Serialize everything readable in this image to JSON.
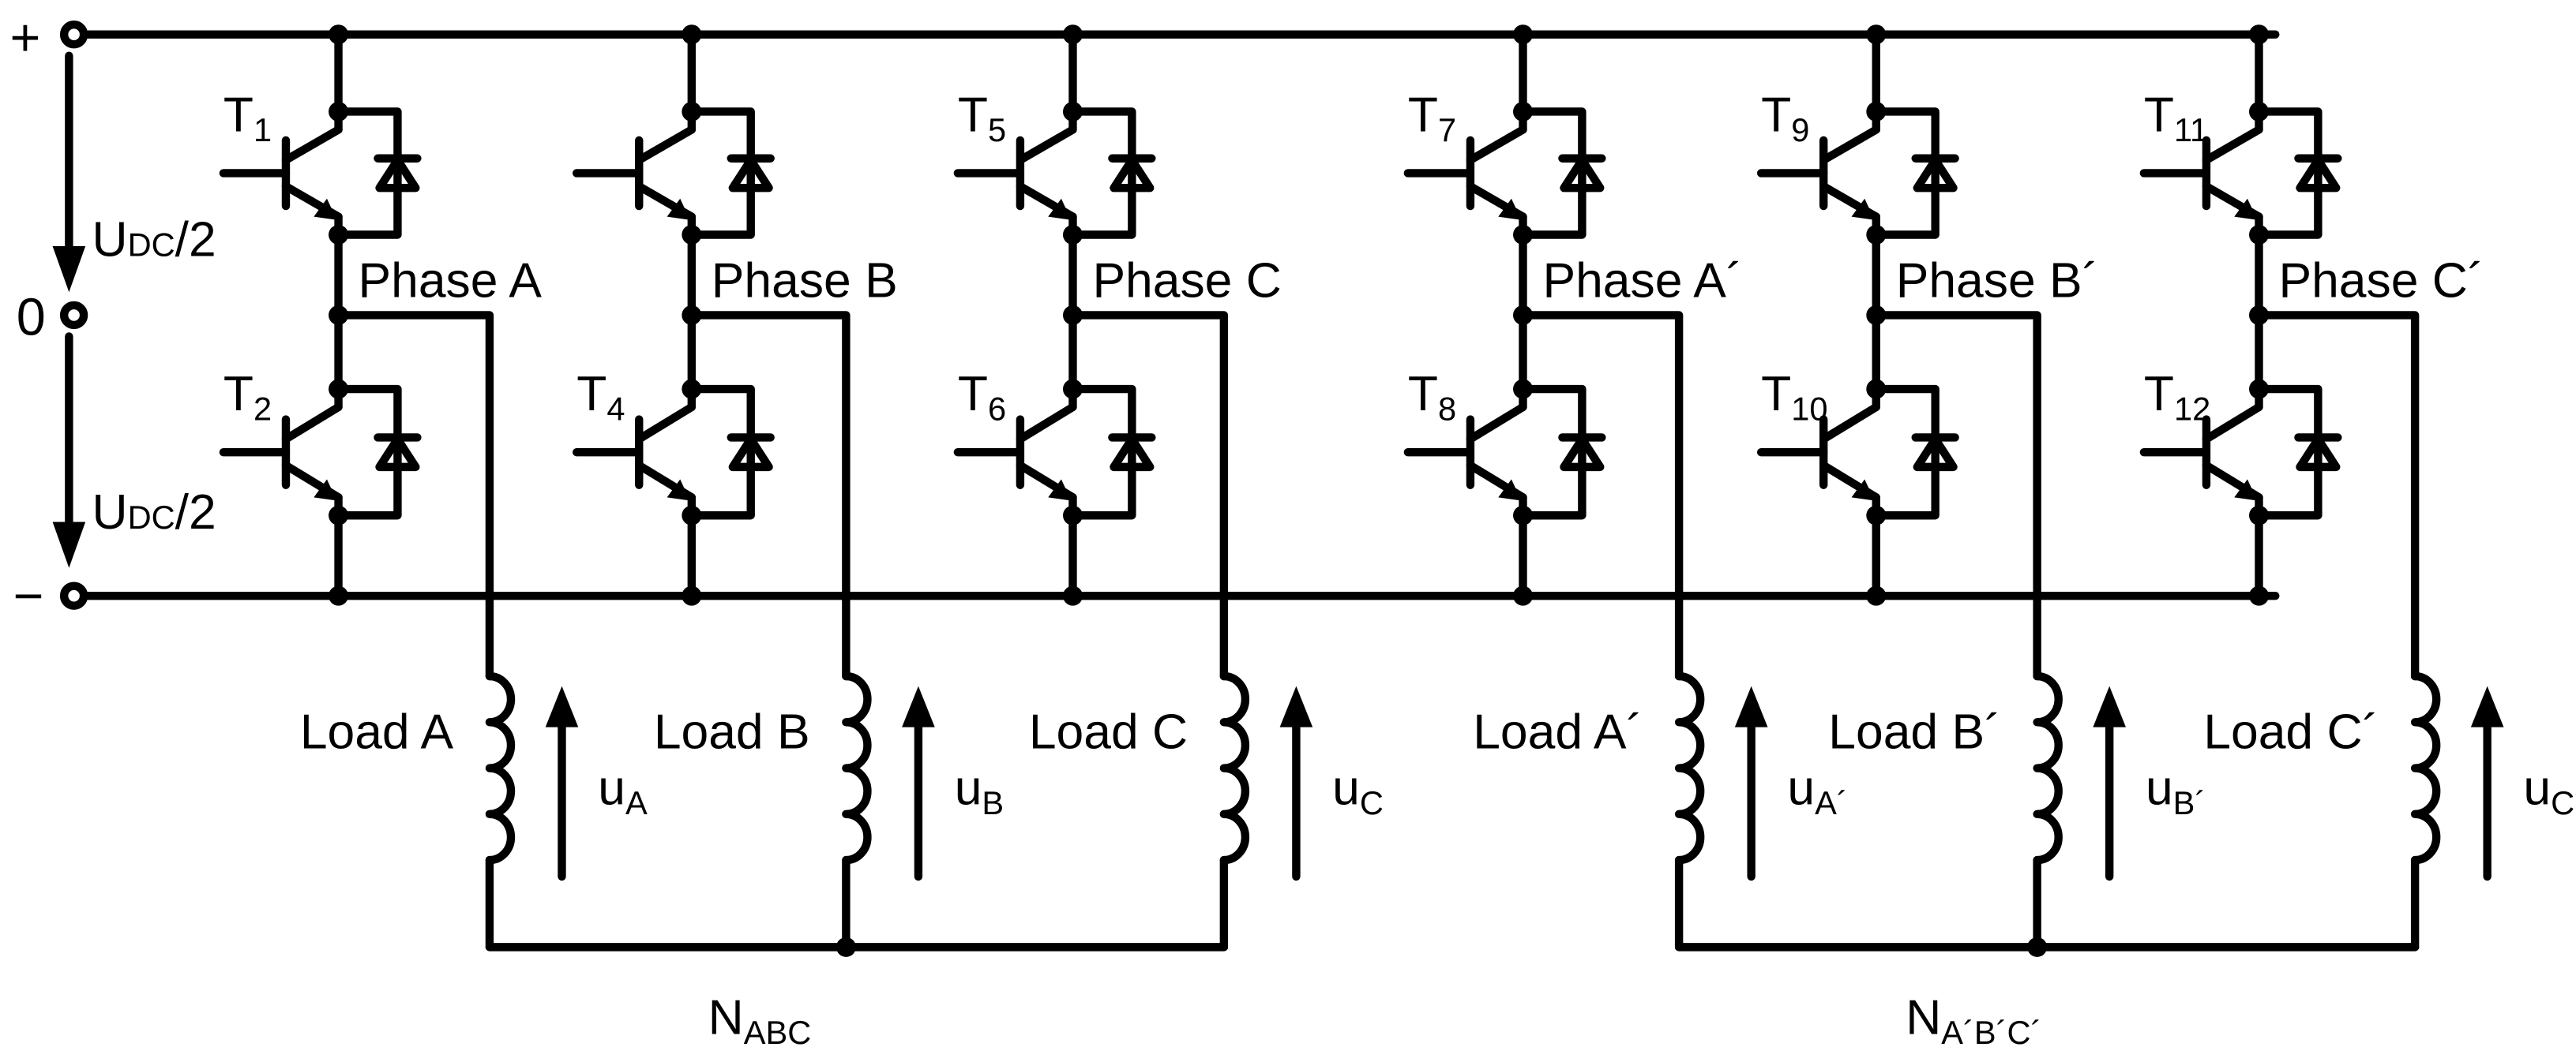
{
  "supply": {
    "plus": "+",
    "zero": "0",
    "minus": "−",
    "half_top": {
      "main": "U",
      "sub": "DC",
      "rest": "/2"
    },
    "half_bottom": {
      "main": "U",
      "sub": "DC",
      "rest": "/2"
    }
  },
  "legs": [
    {
      "phase": "Phase A",
      "upper": {
        "main": "T",
        "sub": "1"
      },
      "lower": {
        "main": "T",
        "sub": "2"
      }
    },
    {
      "phase": "Phase B",
      "upper": {
        "main": "",
        "sub": ""
      },
      "lower": {
        "main": "T",
        "sub": "4"
      }
    },
    {
      "phase": "Phase C",
      "upper": {
        "main": "T",
        "sub": "5"
      },
      "lower": {
        "main": "T",
        "sub": "6"
      }
    },
    {
      "phase": "Phase A´",
      "upper": {
        "main": "T",
        "sub": "7"
      },
      "lower": {
        "main": "T",
        "sub": "8"
      }
    },
    {
      "phase": "Phase B´",
      "upper": {
        "main": "T",
        "sub": "9"
      },
      "lower": {
        "main": "T",
        "sub": "10"
      }
    },
    {
      "phase": "Phase C´",
      "upper": {
        "main": "T",
        "sub": "11"
      },
      "lower": {
        "main": "T",
        "sub": "12"
      }
    }
  ],
  "loads": [
    {
      "name": "Load A",
      "voltage": {
        "main": "u",
        "sub": "A"
      }
    },
    {
      "name": "Load B",
      "voltage": {
        "main": "u",
        "sub": "B"
      }
    },
    {
      "name": "Load C",
      "voltage": {
        "main": "u",
        "sub": "C"
      }
    },
    {
      "name": "Load A´",
      "voltage": {
        "main": "u",
        "sub": "A´"
      }
    },
    {
      "name": "Load B´",
      "voltage": {
        "main": "u",
        "sub": "B´"
      }
    },
    {
      "name": "Load C´",
      "voltage": {
        "main": "u",
        "sub": "C´"
      }
    }
  ],
  "neutrals": [
    {
      "main": "N",
      "sub": "ABC"
    },
    {
      "main": "N",
      "sub": "A´B´C´"
    }
  ]
}
